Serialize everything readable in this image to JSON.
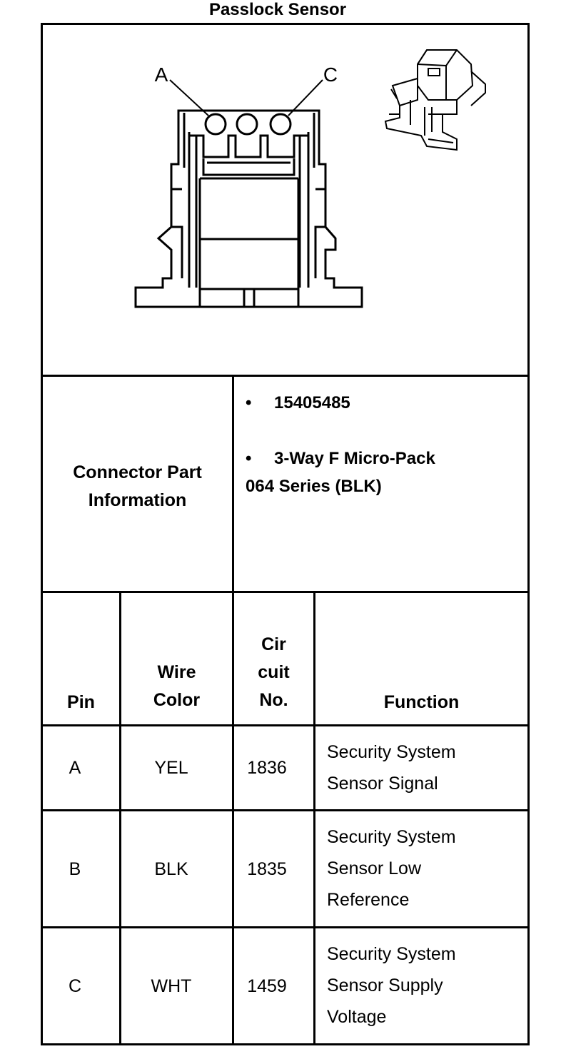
{
  "title": "Passlock Sensor",
  "diagram": {
    "pin_callouts": [
      "A",
      "C"
    ]
  },
  "connector_info": {
    "label_line1": "Connector Part",
    "label_line2": "Information",
    "bullet": "•",
    "part_number": "15405485",
    "description_line1": "3-Way F Micro-Pack",
    "description_line2": "064 Series (BLK)"
  },
  "table": {
    "headers": {
      "pin": "Pin",
      "wire_line1": "Wire",
      "wire_line2": "Color",
      "circuit_line1": "Cir",
      "circuit_line2": "cuit",
      "circuit_line3": "No.",
      "function": "Function"
    },
    "rows": [
      {
        "pin": "A",
        "color": "YEL",
        "circuit": "1836",
        "function_lines": [
          "Security System",
          "Sensor Signal"
        ]
      },
      {
        "pin": "B",
        "color": "BLK",
        "circuit": "1835",
        "function_lines": [
          "Security System",
          "Sensor Low",
          "Reference"
        ]
      },
      {
        "pin": "C",
        "color": "WHT",
        "circuit": "1459",
        "function_lines": [
          "Security System",
          "Sensor Supply",
          "Voltage"
        ]
      }
    ]
  }
}
